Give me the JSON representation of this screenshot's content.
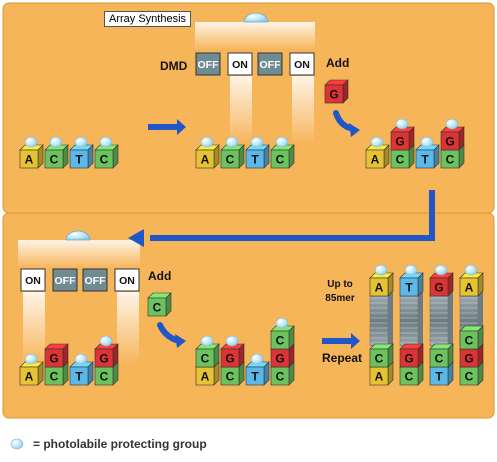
{
  "title": "Array Synthesis",
  "dmd_label": "DMD",
  "add_label": "Add",
  "repeat_label": "Repeat",
  "upto_label_1": "Up to",
  "upto_label_2": "85mer",
  "legend_text": "= photolabile protecting group",
  "mirrors_row1": [
    "OFF",
    "ON",
    "OFF",
    "ON"
  ],
  "mirrors_row2": [
    "ON",
    "OFF",
    "OFF",
    "ON"
  ],
  "add_base_row1": "G",
  "add_base_row2": "C",
  "bases_initial": [
    "A",
    "C",
    "T",
    "C"
  ],
  "colors": {
    "panel": "#f7b55a",
    "panel_border": "#d9982f",
    "arrow": "#1f57c8",
    "A": "#e6c332",
    "C": "#6cc25e",
    "T": "#5bb8e8",
    "G": "#dc3434",
    "mirror_off": "#6e8c92",
    "mirror_on": "#ffffff",
    "group": "#bfe6f7"
  }
}
